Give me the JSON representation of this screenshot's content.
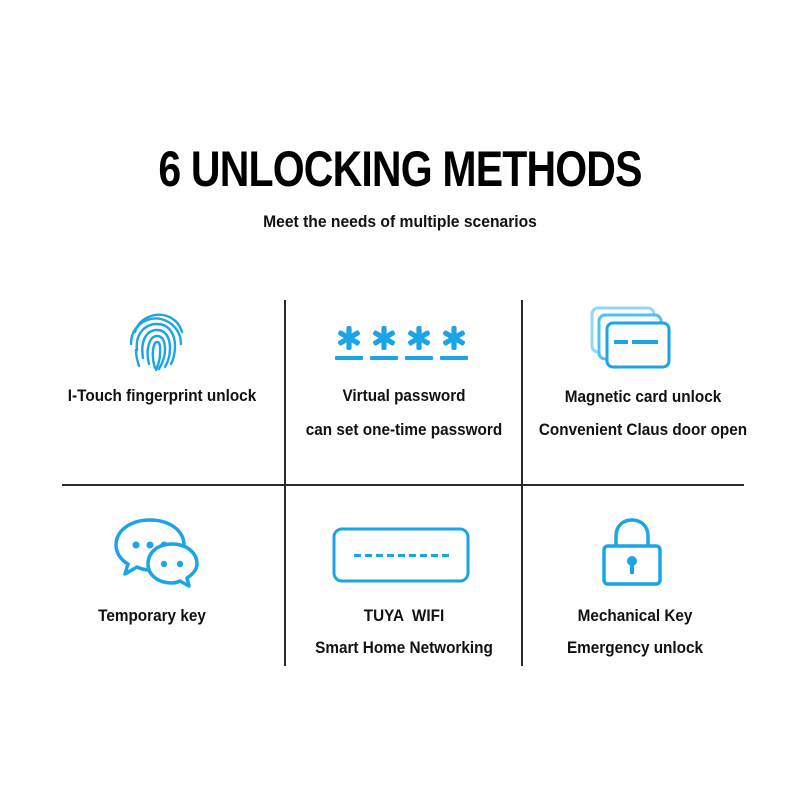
{
  "header": {
    "title": "6 UNLOCKING METHODS",
    "subtitle": "Meet the needs of multiple scenarios"
  },
  "colors": {
    "icon_primary": "#1ba4e8",
    "icon_light": "#8fd8fb",
    "divider": "#2a2a2a"
  },
  "methods": [
    {
      "icon": "fingerprint-icon",
      "line1": "I-Touch fingerprint unlock",
      "line2": ""
    },
    {
      "icon": "password-asterisks-icon",
      "line1": "Virtual password",
      "line2": "can set one-time password"
    },
    {
      "icon": "cards-icon",
      "line1": "Magnetic card unlock",
      "line2": "Convenient Claus door open"
    },
    {
      "icon": "chat-bubbles-icon",
      "line1": "Temporary key",
      "line2": ""
    },
    {
      "icon": "wifi-panel-icon",
      "line1": "TUYA  WIFI",
      "line2": "Smart Home Networking"
    },
    {
      "icon": "padlock-icon",
      "line1": "Mechanical Key",
      "line2": "Emergency unlock"
    }
  ]
}
